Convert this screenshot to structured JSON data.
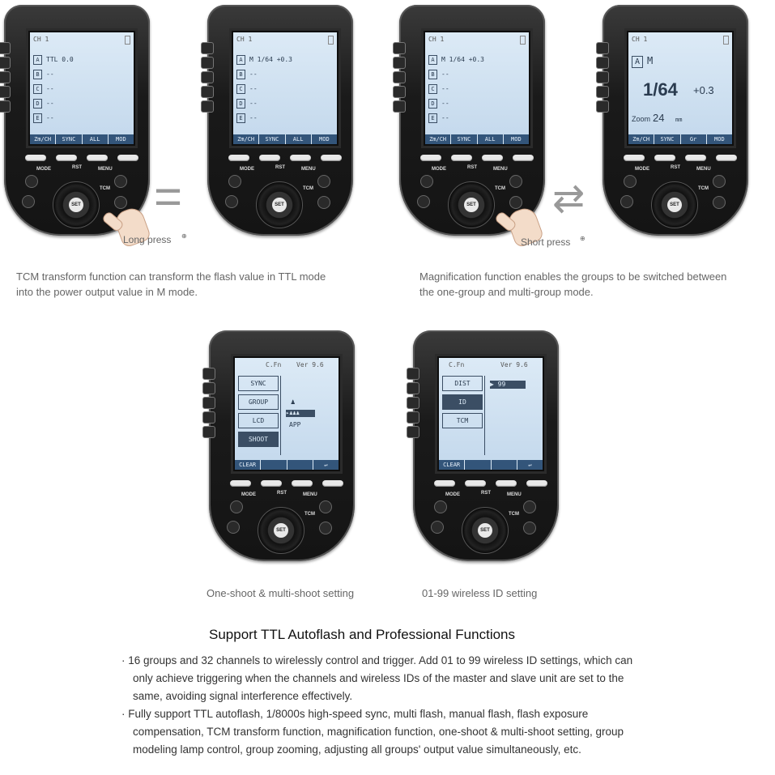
{
  "devices": {
    "d1": {
      "header": "CH 1",
      "rows": [
        {
          "g": "A",
          "v": "TTL   0.0"
        },
        {
          "g": "B",
          "v": "--"
        },
        {
          "g": "C",
          "v": "--"
        },
        {
          "g": "D",
          "v": "--"
        },
        {
          "g": "E",
          "v": "--"
        }
      ],
      "tabs": [
        "Zm/CH",
        "SYNC",
        "ALL",
        "MOD"
      ]
    },
    "d2": {
      "header": "CH 1",
      "rows": [
        {
          "g": "A",
          "v": "M   1/64  +0.3"
        },
        {
          "g": "B",
          "v": "--"
        },
        {
          "g": "C",
          "v": "--"
        },
        {
          "g": "D",
          "v": "--"
        },
        {
          "g": "E",
          "v": "--"
        }
      ],
      "tabs": [
        "Zm/CH",
        "SYNC",
        "ALL",
        "MOD"
      ]
    },
    "d3": {
      "header": "CH 1",
      "rows": [
        {
          "g": "A",
          "v": "M   1/64  +0.3"
        },
        {
          "g": "B",
          "v": "--"
        },
        {
          "g": "C",
          "v": "--"
        },
        {
          "g": "D",
          "v": "--"
        },
        {
          "g": "E",
          "v": "--"
        }
      ],
      "tabs": [
        "Zm/CH",
        "SYNC",
        "ALL",
        "MOD"
      ]
    },
    "d4": {
      "header": "CH 1",
      "group": "A",
      "mode": "M",
      "power": "1/64",
      "comp": "+0.3",
      "zoom_label": "Zoom",
      "zoom_value": "24",
      "zoom_unit": "mm",
      "tabs": [
        "Zm/CH",
        "SYNC",
        "Gr",
        "MOD"
      ]
    },
    "d5": {
      "header_left": "C.Fn",
      "header_right": "Ver 9.6",
      "menu": [
        "SYNC",
        "GROUP",
        "LCD",
        "SHOOT"
      ],
      "selected": "SHOOT",
      "opt_app": "APP",
      "tabs": [
        "CLEAR",
        "",
        "",
        "↵"
      ]
    },
    "d6": {
      "header_left": "C.Fn",
      "header_right": "Ver 9.6",
      "menu": [
        "DIST",
        "ID",
        "TCM"
      ],
      "selected": "ID",
      "opt_value": "▶ 99",
      "tabs": [
        "CLEAR",
        "",
        "",
        "↵"
      ]
    }
  },
  "buttons": {
    "mode": "MODE",
    "rst": "RST",
    "menu": "MENU",
    "tcm": "TCM",
    "set": "SET"
  },
  "equals": "=",
  "arrows": "⇄",
  "long_press": "Long press",
  "short_press": "Short press",
  "note_left": "TCM transform function can transform the flash value in TTL mode into the power output value in M mode.",
  "note_right": "Magnification function enables the groups to be switched between the one-group and multi-group mode.",
  "caption_left": "One-shoot & multi-shoot setting",
  "caption_right": "01-99 wireless ID setting",
  "title": "Support TTL Autoflash and Professional Functions",
  "bullets": [
    "· 16 groups and 32 channels to wirelessly control and trigger. Add 01 to 99 wireless ID settings, which can only achieve triggering when the channels and wireless IDs of the master and slave unit are set to the same, avoiding signal interference effectively.",
    "· Fully support TTL autoflash, 1/8000s high-speed sync, multi flash, manual flash, flash exposure compensation, TCM transform function, magnification function, one-shoot & multi-shoot setting, group modeling lamp control, group zooming, adjusting all groups' output value simultaneously, etc."
  ]
}
